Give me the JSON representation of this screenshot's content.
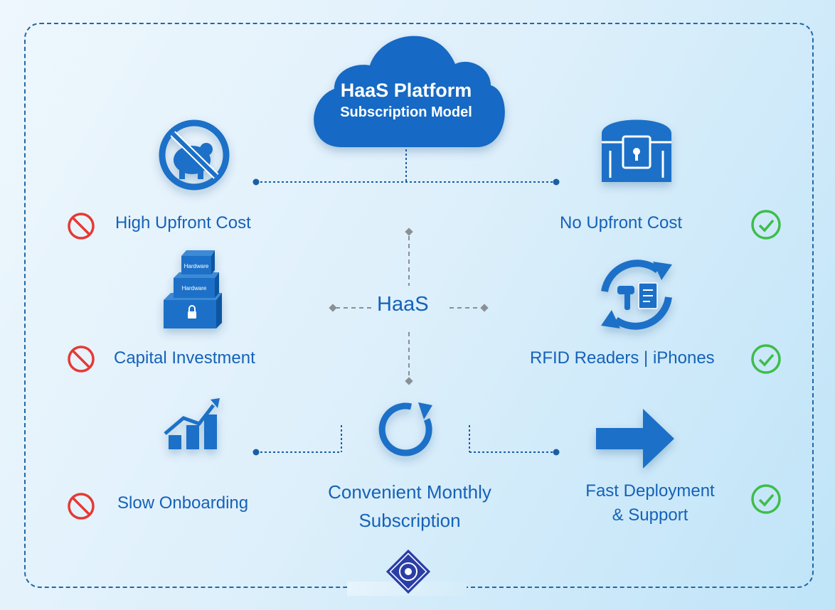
{
  "cloud": {
    "title": "HaaS Platform",
    "subtitle": "Subscription Model"
  },
  "hub": {
    "label": "HaaS"
  },
  "center": {
    "line1": "Convenient Monthly",
    "line2": "Subscription"
  },
  "left_items": [
    {
      "label": "High Upfront Cost",
      "icon": "no-piggy-bank-icon",
      "status": "no-icon"
    },
    {
      "label": "Capital Investment",
      "icon": "hardware-boxes-icon",
      "status": "no-icon"
    },
    {
      "label": "Slow Onboarding",
      "icon": "growth-chart-icon",
      "status": "no-icon"
    }
  ],
  "right_items": [
    {
      "label": "No Upfront Cost",
      "icon": "treasure-chest-icon",
      "status": "check-icon"
    },
    {
      "label": "RFID Readers | iPhones",
      "icon": "device-swap-icon",
      "status": "check-icon"
    },
    {
      "label_line1": "Fast Deployment",
      "label_line2": "& Support",
      "icon": "arrow-right-icon",
      "status": "check-icon"
    }
  ],
  "box_labels": {
    "top": "Hardware",
    "middle": "Hardware"
  },
  "colors": {
    "primary": "#1562b8",
    "icon_blue": "#1a6fc7",
    "no": "#e53935",
    "yes": "#3ebd4b"
  }
}
